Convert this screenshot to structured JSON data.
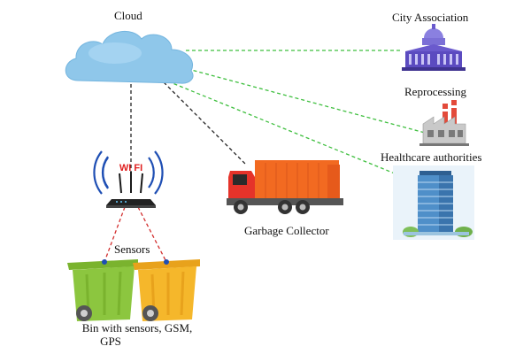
{
  "labels": {
    "cloud": "Cloud",
    "city": "City Association",
    "reprocessing": "Reprocessing",
    "healthcare": "Healthcare authorities",
    "collector": "Garbage Collector",
    "sensors": "Sensors",
    "bin_line1": "Bin with sensors, GSM,",
    "bin_line2": "GPS",
    "wifi": "WI FI"
  },
  "icons": {
    "cloud": "cloud-icon",
    "router": "wifi-router-icon",
    "truck": "garbage-truck-icon",
    "city": "city-hall-icon",
    "factory": "factory-icon",
    "hospital": "hospital-building-icon",
    "bin_green": "green-bin-icon",
    "bin_yellow": "yellow-bin-icon"
  },
  "colors": {
    "cloud": "#8fc7ea",
    "green_link": "#3fbf3f",
    "black_link": "#222222",
    "red_link": "#d32f2f",
    "wifi_blue": "#1f4fb4",
    "wifi_red": "#e02020",
    "truck_body": "#f26a21",
    "truck_cab": "#e5332a",
    "bin_green": "#8cc63f",
    "bin_yellow": "#f5b72b",
    "city_purple": "#6a5acd"
  }
}
